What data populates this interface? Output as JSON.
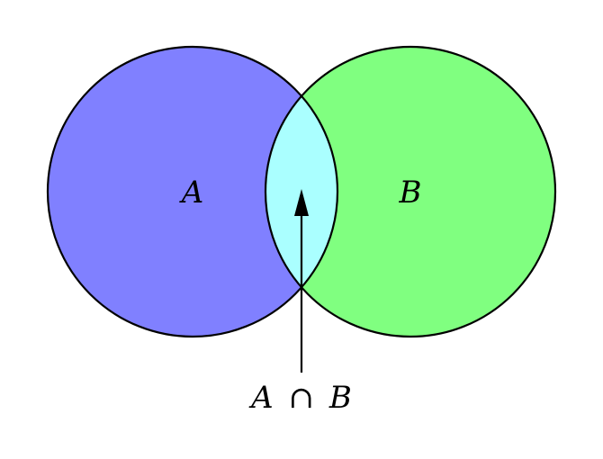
{
  "diagram": {
    "sets": [
      {
        "id": "a",
        "label": "A",
        "color": "#8080ff"
      },
      {
        "id": "b",
        "label": "B",
        "color": "#80ff80"
      }
    ],
    "intersection": {
      "color": "#aaffff",
      "label_left": "A",
      "operator": "∩",
      "label_right": "B"
    },
    "stroke_color": "#000000"
  }
}
